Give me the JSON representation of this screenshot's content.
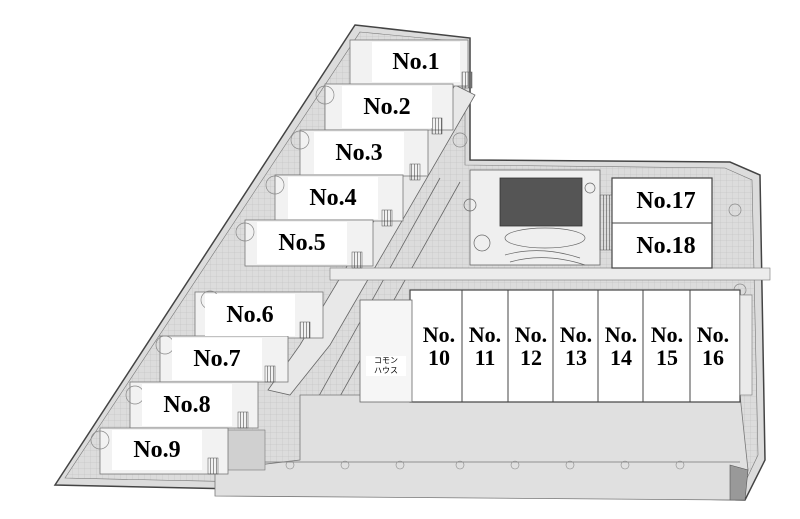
{
  "units": [
    {
      "label": "No.1"
    },
    {
      "label": "No.2"
    },
    {
      "label": "No.3"
    },
    {
      "label": "No.4"
    },
    {
      "label": "No.5"
    },
    {
      "label": "No.6"
    },
    {
      "label": "No.7"
    },
    {
      "label": "No.8"
    },
    {
      "label": "No.9"
    },
    {
      "line1": "No.",
      "line2": "10"
    },
    {
      "line1": "No.",
      "line2": "11"
    },
    {
      "line1": "No.",
      "line2": "12"
    },
    {
      "line1": "No.",
      "line2": "13"
    },
    {
      "line1": "No.",
      "line2": "14"
    },
    {
      "line1": "No.",
      "line2": "15"
    },
    {
      "line1": "No.",
      "line2": "16"
    },
    {
      "label": "No.17"
    },
    {
      "label": "No.18"
    }
  ],
  "common_house": {
    "line1": "コモン",
    "line2": "ハウス"
  },
  "colors": {
    "site_fill": "#d9d9d9",
    "line": "#555555",
    "building": "#ffffff",
    "hatch": "#444444"
  }
}
